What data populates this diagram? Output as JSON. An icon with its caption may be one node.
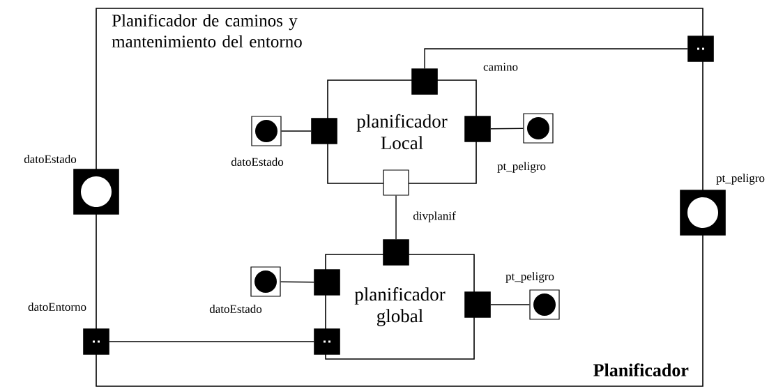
{
  "diagram": {
    "nodes": [
      {
        "text": [
          "Planificador de caminos y mantenimiento del entorno",
          "Planificador"
        ]
      },
      {
        "text": [
          "planificador Local"
        ],
        "in": 0
      },
      {
        "text": [
          "planificador global"
        ],
        "in": 0
      },
      {
        "text": [],
        "shape": "box",
        "beside": [
          "datoEstado"
        ]
      },
      {
        "text": [],
        "shape": "box",
        "beside": [
          "datoEntorno"
        ]
      },
      {
        "text": [],
        "shape": "box"
      },
      {
        "text": [],
        "shape": "box",
        "beside": [
          "pt_peligro"
        ]
      },
      {
        "text": [],
        "shape": "box",
        "in": 0
      },
      {
        "text": [],
        "shape": "box",
        "in": 0
      },
      {
        "text": [],
        "shape": "box",
        "in": 0
      },
      {
        "text": [],
        "shape": "box",
        "in": 0
      },
      {
        "text": [],
        "shape": "box",
        "beside": [
          "datoEstado"
        ],
        "in": 0
      },
      {
        "text": [],
        "shape": "box",
        "beside": [
          "pt_peligro"
        ],
        "in": 0
      },
      {
        "text": [],
        "shape": "box",
        "in": 0
      },
      {
        "text": [],
        "shape": "box",
        "in": 0
      },
      {
        "text": [],
        "shape": "box",
        "in": 0
      },
      {
        "text": [],
        "shape": "box",
        "in": 0
      },
      {
        "text": [],
        "shape": "box",
        "beside": [
          "datoEstado"
        ],
        "in": 0
      },
      {
        "text": [],
        "shape": "box",
        "beside": [
          "pt_peligro"
        ],
        "in": 0
      }
    ],
    "edges": [
      {
        "from": 7,
        "to": 5,
        "arrow": "none",
        "label": "camino"
      },
      {
        "from": 11,
        "to": 8,
        "arrow": "none"
      },
      {
        "from": 9,
        "to": 12,
        "arrow": "none"
      },
      {
        "from": 10,
        "to": 13,
        "arrow": "none",
        "label": "divplanif"
      },
      {
        "from": 17,
        "to": 14,
        "arrow": "none"
      },
      {
        "from": 16,
        "to": 18,
        "arrow": "none"
      },
      {
        "from": 4,
        "to": 15,
        "arrow": "none"
      }
    ]
  }
}
